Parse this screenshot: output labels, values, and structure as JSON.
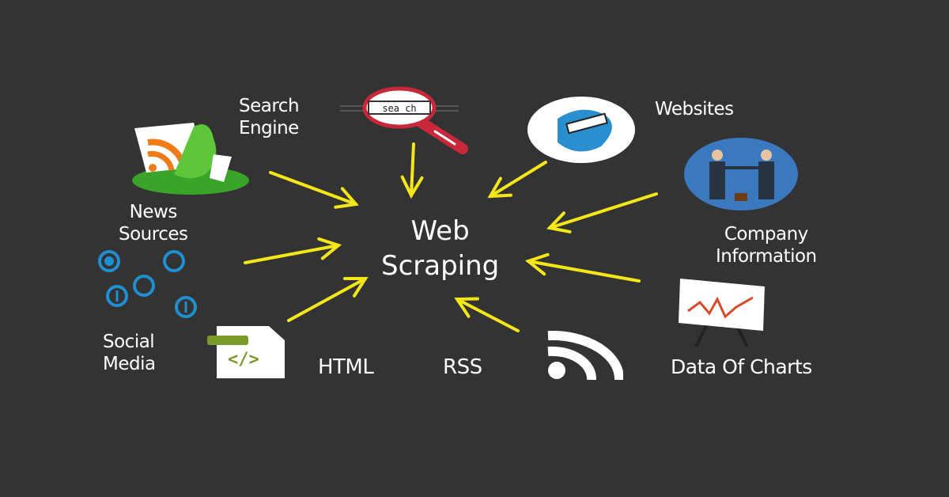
{
  "title": {
    "line1": "Web",
    "line2": "Scraping"
  },
  "sources": {
    "search_engine": {
      "line1": "Search",
      "line2": "Engine",
      "icon": "magnifier-icon",
      "search_text": "sea ch"
    },
    "news_sources": {
      "line1": "News",
      "line2": "Sources",
      "icon": "rss-reader-icon"
    },
    "social_media": {
      "line1": "Social",
      "line2": "Media",
      "icon": "social-icons"
    },
    "html": {
      "label": "HTML",
      "icon": "code-file-icon",
      "code_text": "</>"
    },
    "rss": {
      "label": "RSS",
      "icon": "rss-icon"
    },
    "websites": {
      "label": "Websites",
      "icon": "globe-icon"
    },
    "company_information": {
      "line1": "Company",
      "line2": "Information",
      "icon": "handshake-icon"
    },
    "data_of_charts": {
      "label": "Data Of Charts",
      "icon": "chart-board-icon"
    }
  },
  "colors": {
    "background": "#333333",
    "arrow": "#f5e61a",
    "text": "#ffffff"
  }
}
